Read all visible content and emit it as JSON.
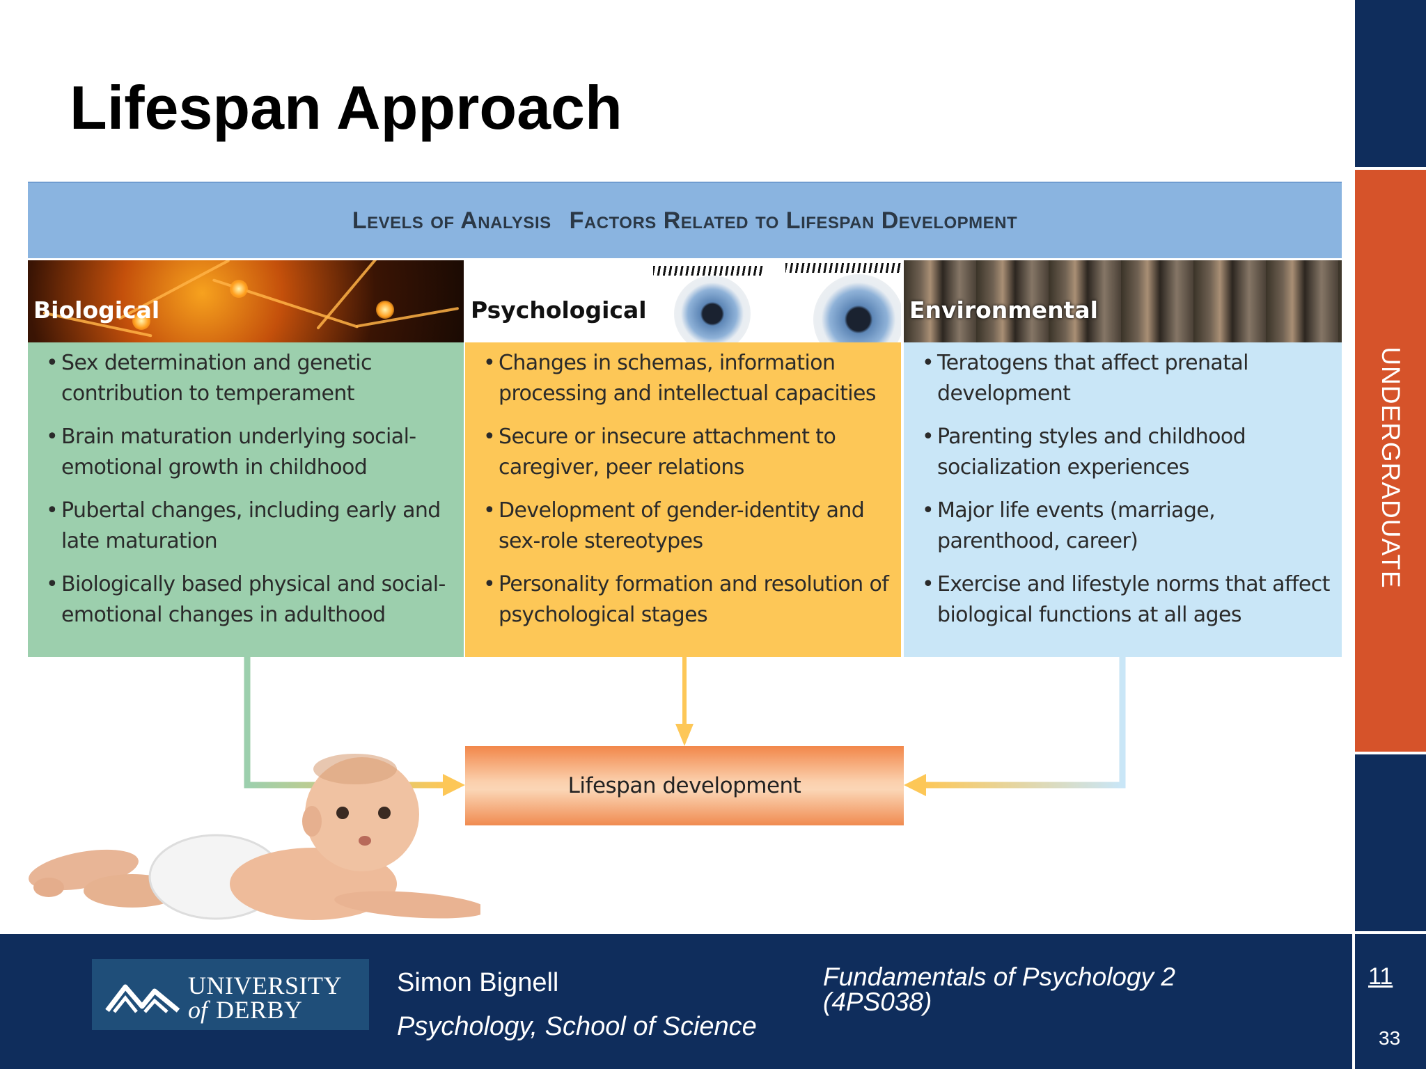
{
  "slide": {
    "title": "Lifespan Approach",
    "rail_label": "UNDERGRADUATE"
  },
  "diagram": {
    "header": {
      "levels": "Levels of Analysis",
      "factors": "Factors Related to Lifespan Development"
    },
    "columns": [
      {
        "title": "Biological",
        "color": "#9ccfad",
        "items": [
          "Sex determination and genetic contribution to temperament",
          "Brain maturation underlying social-emotional growth in childhood",
          "Pubertal changes, including early and late maturation",
          "Biologically based physical and social-emotional changes in adulthood"
        ]
      },
      {
        "title": "Psychological",
        "color": "#fdc757",
        "items": [
          "Changes in schemas, information processing and intellectual capacities",
          "Secure or insecure attachment to caregiver, peer relations",
          "Development of gender-identity and sex-role stereotypes",
          "Personality formation and resolution of psychological stages"
        ]
      },
      {
        "title": "Environmental",
        "color": "#c9e6f7",
        "items": [
          "Teratogens that affect prenatal development",
          "Parenting styles and childhood socialization experiences",
          "Major life events (marriage, parenthood, career)",
          "Exercise and lifestyle norms that affect biological functions at all ages"
        ]
      }
    ],
    "outcome": "Lifespan development"
  },
  "footer": {
    "logo_line1": "UNIVERSITY",
    "logo_of": "of",
    "logo_line2": "DERBY",
    "presenter": "Simon Bignell",
    "school": "Psychology, School of Science",
    "course": "Fundamentals of Psychology 2 (4PS038)",
    "slide_number": "11",
    "slide_total": "33"
  },
  "colors": {
    "navy": "#0f2d5c",
    "orange_rail": "#d6532a",
    "header_blue": "#8ab4e0"
  }
}
